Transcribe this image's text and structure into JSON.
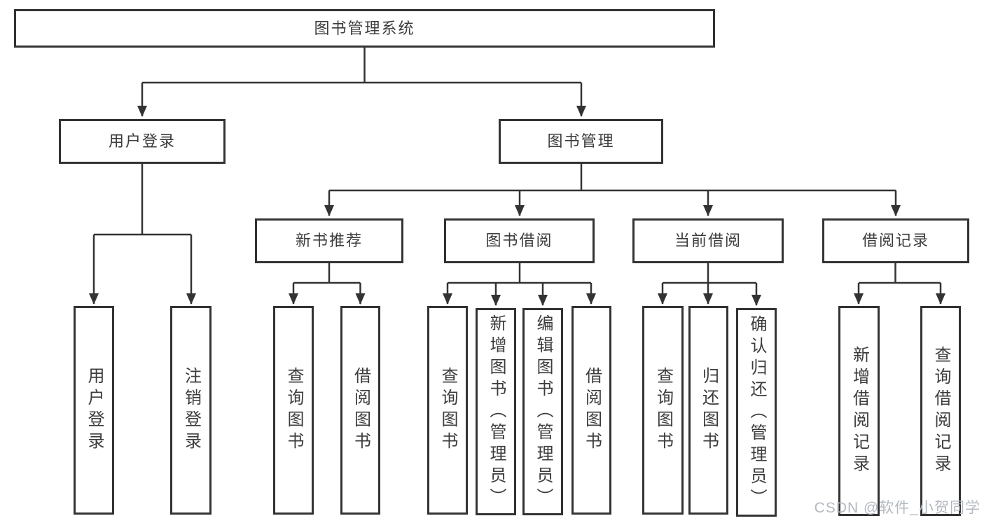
{
  "tree": {
    "label": "图书管理系统",
    "children": [
      {
        "label": "用户登录",
        "children": [
          {
            "label": "用户登录"
          },
          {
            "label": "注销登录"
          }
        ]
      },
      {
        "label": "图书管理",
        "children": [
          {
            "label": "新书推荐",
            "children": [
              {
                "label": "查询图书"
              },
              {
                "label": "借阅图书"
              }
            ]
          },
          {
            "label": "图书借阅",
            "children": [
              {
                "label": "查询图书"
              },
              {
                "label": "新增图书（管理员）"
              },
              {
                "label": "编辑图书（管理员）"
              },
              {
                "label": "借阅图书"
              }
            ]
          },
          {
            "label": "当前借阅",
            "children": [
              {
                "label": "查询图书"
              },
              {
                "label": "归还图书"
              },
              {
                "label": "确认归还（管理员）"
              }
            ]
          },
          {
            "label": "借阅记录",
            "children": [
              {
                "label": "新增借阅记录"
              },
              {
                "label": "查询借阅记录"
              }
            ]
          }
        ]
      }
    ]
  },
  "watermark": {
    "text": "CSDN @软件_小贺同学"
  },
  "colors": {
    "line": "#333333",
    "border": "#333333",
    "text": "#3c3c3c",
    "box_background": "#ffffff",
    "page_background": "#ffffff",
    "watermark": "#b3b9c1"
  }
}
